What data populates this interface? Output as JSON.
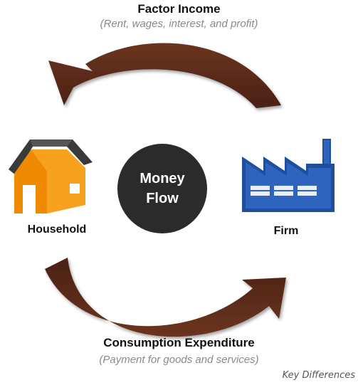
{
  "top_flow": {
    "title": "Factor Income",
    "subtitle": "(Rent, wages, interest, and profit)"
  },
  "bottom_flow": {
    "title": "Consumption Expenditure",
    "subtitle": "(Payment for goods and services)"
  },
  "center": {
    "line1": "Money",
    "line2": "Flow"
  },
  "nodes": {
    "household": "Household",
    "firm": "Firm"
  },
  "watermark": "Key Differences",
  "colors": {
    "arrow": "#5a2a17",
    "arrow_shade": "#3f1b0e",
    "house_wall": "#f08a00",
    "house_roof": "#3a3a3a",
    "factory": "#1f4e9c",
    "center_circle": "#2b2b2b"
  }
}
